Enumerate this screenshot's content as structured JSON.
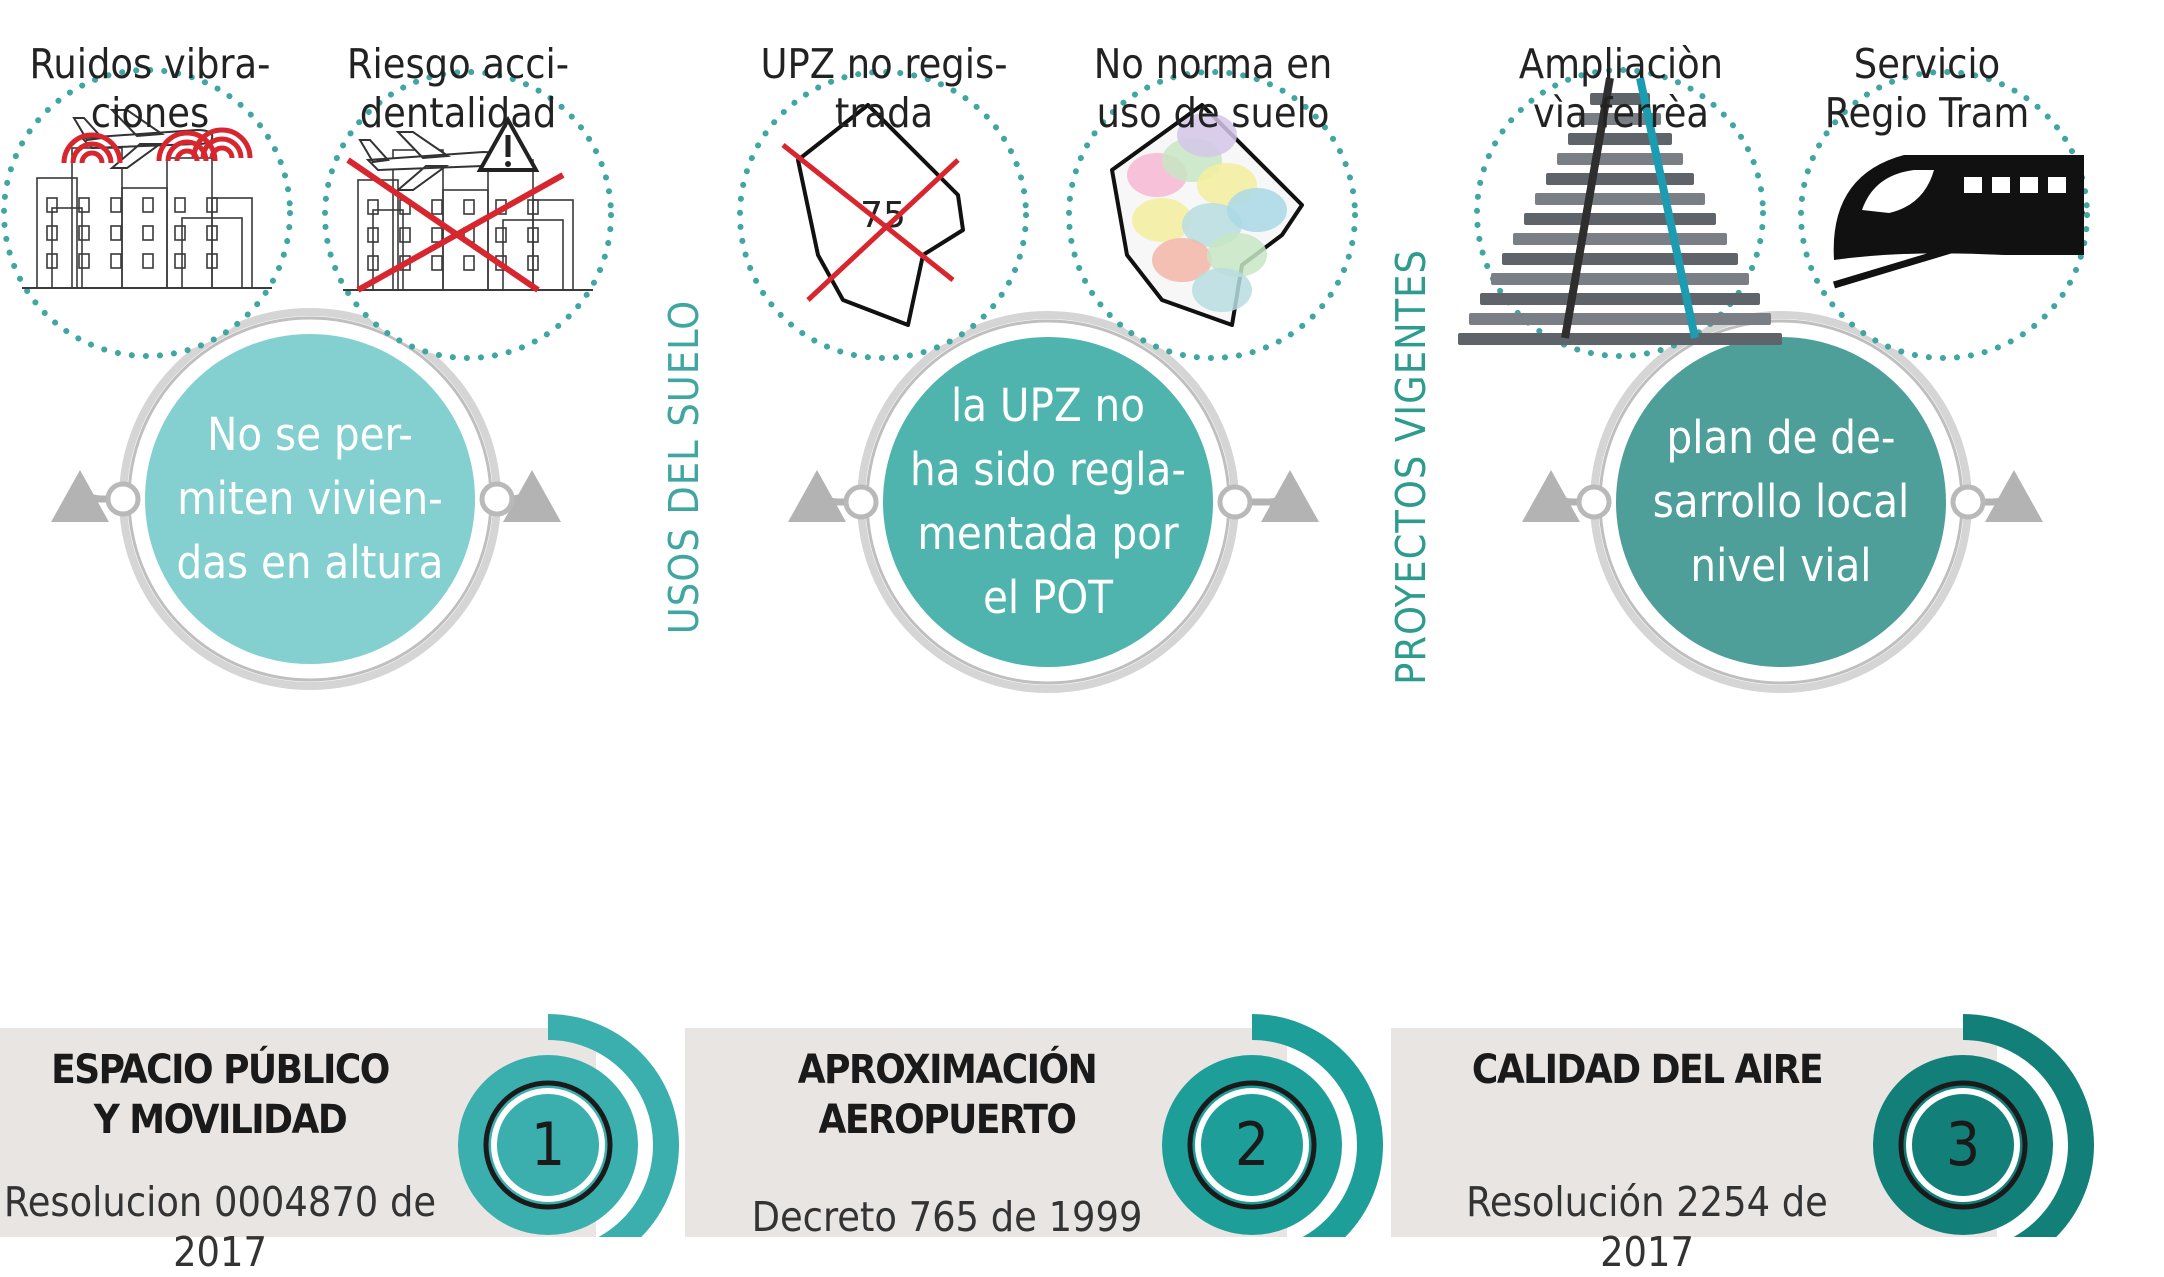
{
  "columns": [
    {
      "items": [
        {
          "label": [
            "Ruidos vibra-",
            "ciones"
          ],
          "icon": "airplane-noise-buildings-icon"
        },
        {
          "label": [
            "Riesgo acci-",
            "dentalidad"
          ],
          "icon": "airplane-accident-risk-icon"
        }
      ],
      "center": [
        "No se per-",
        "miten vivien-",
        "das en altura"
      ]
    },
    {
      "items": [
        {
          "label": [
            "UPZ no regis-",
            "trada"
          ],
          "icon": "upz-map-crossed-icon"
        },
        {
          "label": [
            "No norma en",
            "uso de suelo"
          ],
          "icon": "land-use-map-icon"
        }
      ],
      "center": [
        "la UPZ no",
        "ha sido regla-",
        "mentada por",
        "el POT"
      ],
      "map_number": "75"
    },
    {
      "items": [
        {
          "label": [
            "Ampliaciòn",
            "vìa ferrèa"
          ],
          "icon": "railway-track-icon"
        },
        {
          "label": [
            "Servicio",
            "Regio Tram"
          ],
          "icon": "train-icon"
        }
      ],
      "center": [
        "plan de de-",
        "sarrollo local",
        "nivel vial"
      ]
    }
  ],
  "vertical_labels": [
    "USOS DEL SUELO",
    "PROYECTOS VIGENTES"
  ],
  "panels": [
    {
      "title": [
        "ESPACIO PÚBLICO",
        "Y MOVILIDAD"
      ],
      "number": "1",
      "desc": [
        "Resolucion 0004870  de",
        "2017"
      ]
    },
    {
      "title": [
        "APROXIMACIÓN",
        "AEROPUERTO"
      ],
      "number": "2",
      "desc": [
        "Decreto 765 de 1999"
      ]
    },
    {
      "title": [
        "CALIDAD DEL AIRE"
      ],
      "number": "3",
      "desc": [
        "Resolución 2254   de",
        "2017"
      ]
    }
  ],
  "colors": {
    "teal_light": "#84d0d0",
    "teal_mid": "#4fb4ad",
    "teal_dark": "#4e9e99",
    "dotted_ring": "#3fa6a1",
    "arrow_gray": "#b3b3b3",
    "panel_bg": "#e9e5e3",
    "badge_1": "#3aafad",
    "badge_2": "#1e9e99",
    "badge_3": "#137f79",
    "red_cross": "#d8262f"
  }
}
